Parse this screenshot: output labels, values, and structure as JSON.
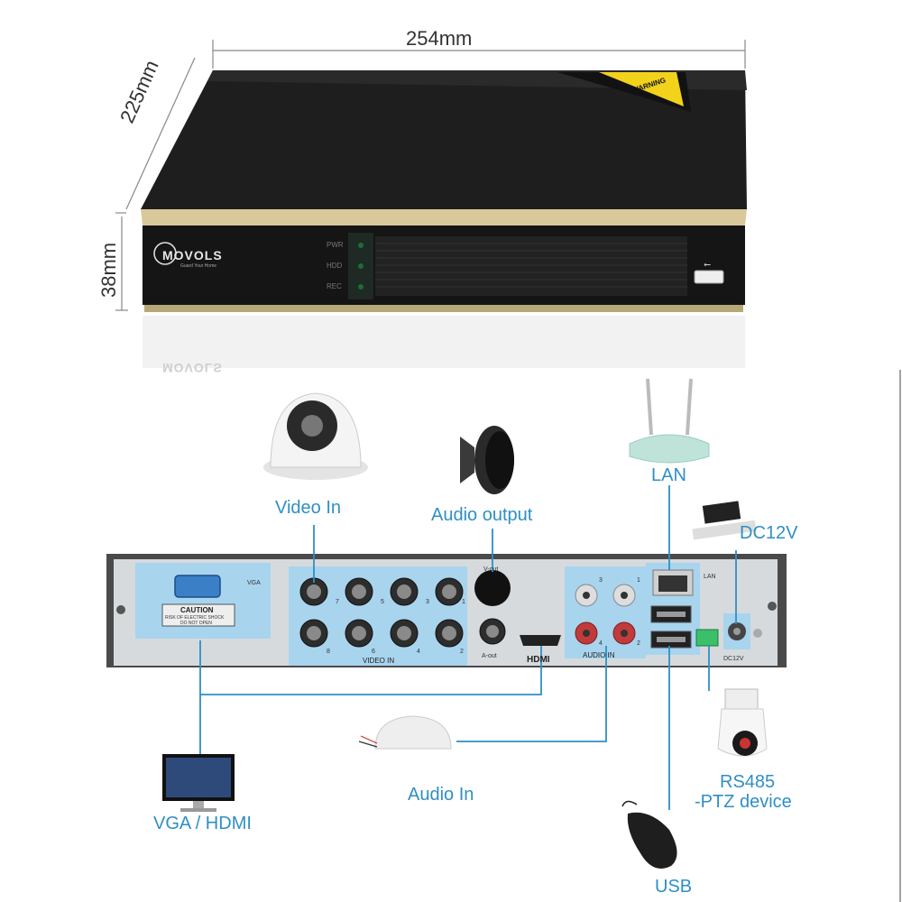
{
  "dimensions": {
    "width": "254mm",
    "depth": "225mm",
    "height": "38mm"
  },
  "front_panel": {
    "brand": "MOVOLS",
    "tagline": "Guard Your Home",
    "leds": [
      "PWR",
      "HDD",
      "REC"
    ],
    "warning": "WARNING"
  },
  "rear_panel": {
    "vga": "VGA",
    "caution_title": "CAUTION",
    "caution_line1": "RISK OF ELECTRIC SHOCK",
    "caution_line2": "DO NOT OPEN",
    "video_in": "VIDEO IN",
    "video_ports_top": [
      "7",
      "5",
      "3",
      "1"
    ],
    "video_ports_bottom": [
      "8",
      "6",
      "4",
      "2"
    ],
    "v_out": "V-out",
    "a_out": "A-out",
    "hdmi": "HDMI",
    "audio_in": "AUDIO IN",
    "audio_ports": [
      "3",
      "1",
      "4",
      "2"
    ],
    "lan": "LAN",
    "dc": "DC12V"
  },
  "callouts": {
    "video_in": "Video In",
    "audio_output": "Audio output",
    "lan": "LAN",
    "dc12v": "DC12V",
    "vga_hdmi": "VGA / HDMI",
    "audio_in": "Audio In",
    "rs485_line1": "RS485",
    "rs485_line2": "-PTZ device",
    "usb": "USB"
  },
  "colors": {
    "accent": "#2f8fc4",
    "panel_blue": "#a8d4ee",
    "gold": "#d9c99a",
    "warning": "#f2d21b"
  }
}
